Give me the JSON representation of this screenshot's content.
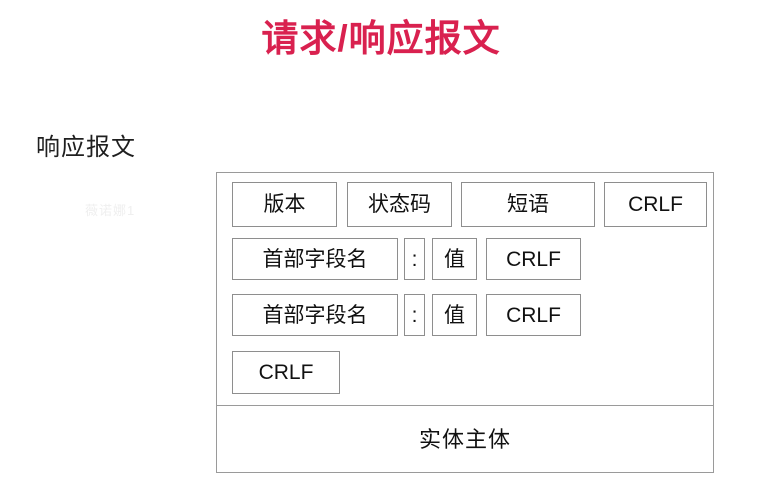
{
  "slide": {
    "title": "请求/响应报文",
    "title_color": "#d9214f",
    "section_label": "响应报文",
    "watermark": "薇诺娜1"
  },
  "diagram": {
    "name": "http-response-message-structure",
    "status_line": {
      "label": "status-line",
      "fields": [
        {
          "id": "version",
          "text": "版本"
        },
        {
          "id": "status-code",
          "text": "状态码"
        },
        {
          "id": "phrase",
          "text": "短语"
        },
        {
          "id": "crlf",
          "text": "CRLF"
        }
      ]
    },
    "header_lines": [
      {
        "id": "header-line-1",
        "fields": [
          {
            "id": "field-name",
            "text": "首部字段名"
          },
          {
            "id": "colon",
            "text": ":"
          },
          {
            "id": "value",
            "text": "值"
          },
          {
            "id": "crlf",
            "text": "CRLF"
          }
        ]
      },
      {
        "id": "header-line-2",
        "fields": [
          {
            "id": "field-name",
            "text": "首部字段名"
          },
          {
            "id": "colon",
            "text": ":"
          },
          {
            "id": "value",
            "text": "值"
          },
          {
            "id": "crlf",
            "text": "CRLF"
          }
        ]
      }
    ],
    "blank_line": {
      "id": "blank-line",
      "text": "CRLF"
    },
    "entity_body": {
      "id": "entity-body",
      "text": "实体主体"
    }
  }
}
